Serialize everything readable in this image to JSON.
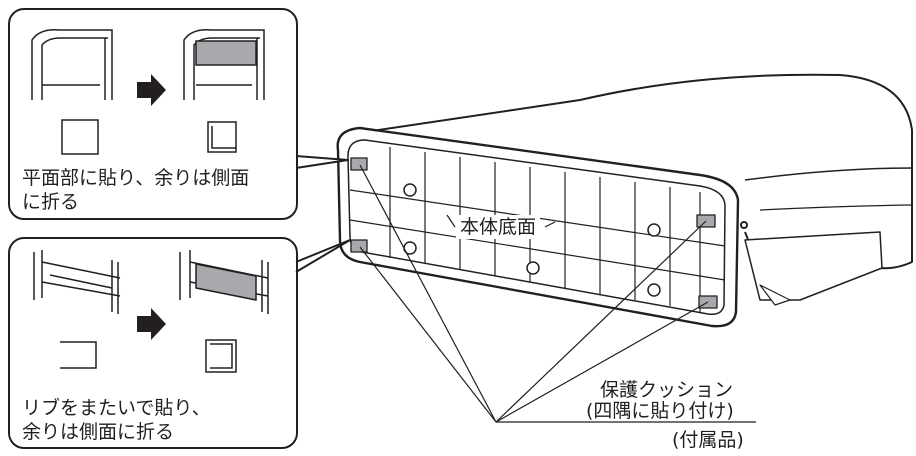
{
  "callouts": {
    "top": {
      "line1": "平面部に貼り、余りは側面",
      "line2": "に折る"
    },
    "bottom": {
      "line1": "リブをまたいで貼り、",
      "line2": "余りは側面に折る"
    }
  },
  "labels": {
    "body_bottom": "本体底面",
    "cushion_line1": "保護クッション",
    "cushion_line2": "(四隅に貼り付け)",
    "accessory": "(付属品)"
  },
  "colors": {
    "ink": "#231f20",
    "pad_fill": "#a7a9ac",
    "background": "#ffffff"
  },
  "icons": {
    "arrow": "right-arrow-icon"
  }
}
